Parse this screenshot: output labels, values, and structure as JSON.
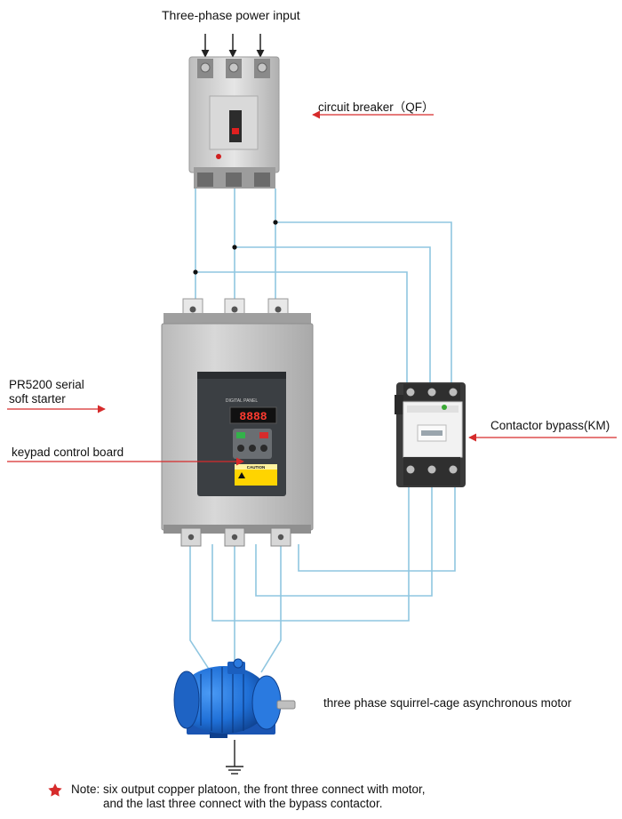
{
  "labels": {
    "power_input": "Three-phase power input",
    "breaker": "circuit breaker（QF）",
    "starter_line1": "PR5200 serial",
    "starter_line2": "soft starter",
    "keypad": "keypad control board",
    "contactor": "Contactor bypass(KM)",
    "motor": "three phase squirrel-cage asynchronous motor"
  },
  "device_text": {
    "keypad_header": "DIGITAL PANEL",
    "display": "8888",
    "caution": "CAUTION"
  },
  "note": {
    "line1": "Note: six output copper platoon, the front three connect with motor,",
    "line2": "and the last three connect with the bypass contactor."
  },
  "colors": {
    "wire": "#8fc6e0",
    "arrow": "#d62b2b",
    "star": "#d62b2b",
    "starter_body": "#c9c9c9",
    "motor_blue": "#1f6fd6"
  }
}
